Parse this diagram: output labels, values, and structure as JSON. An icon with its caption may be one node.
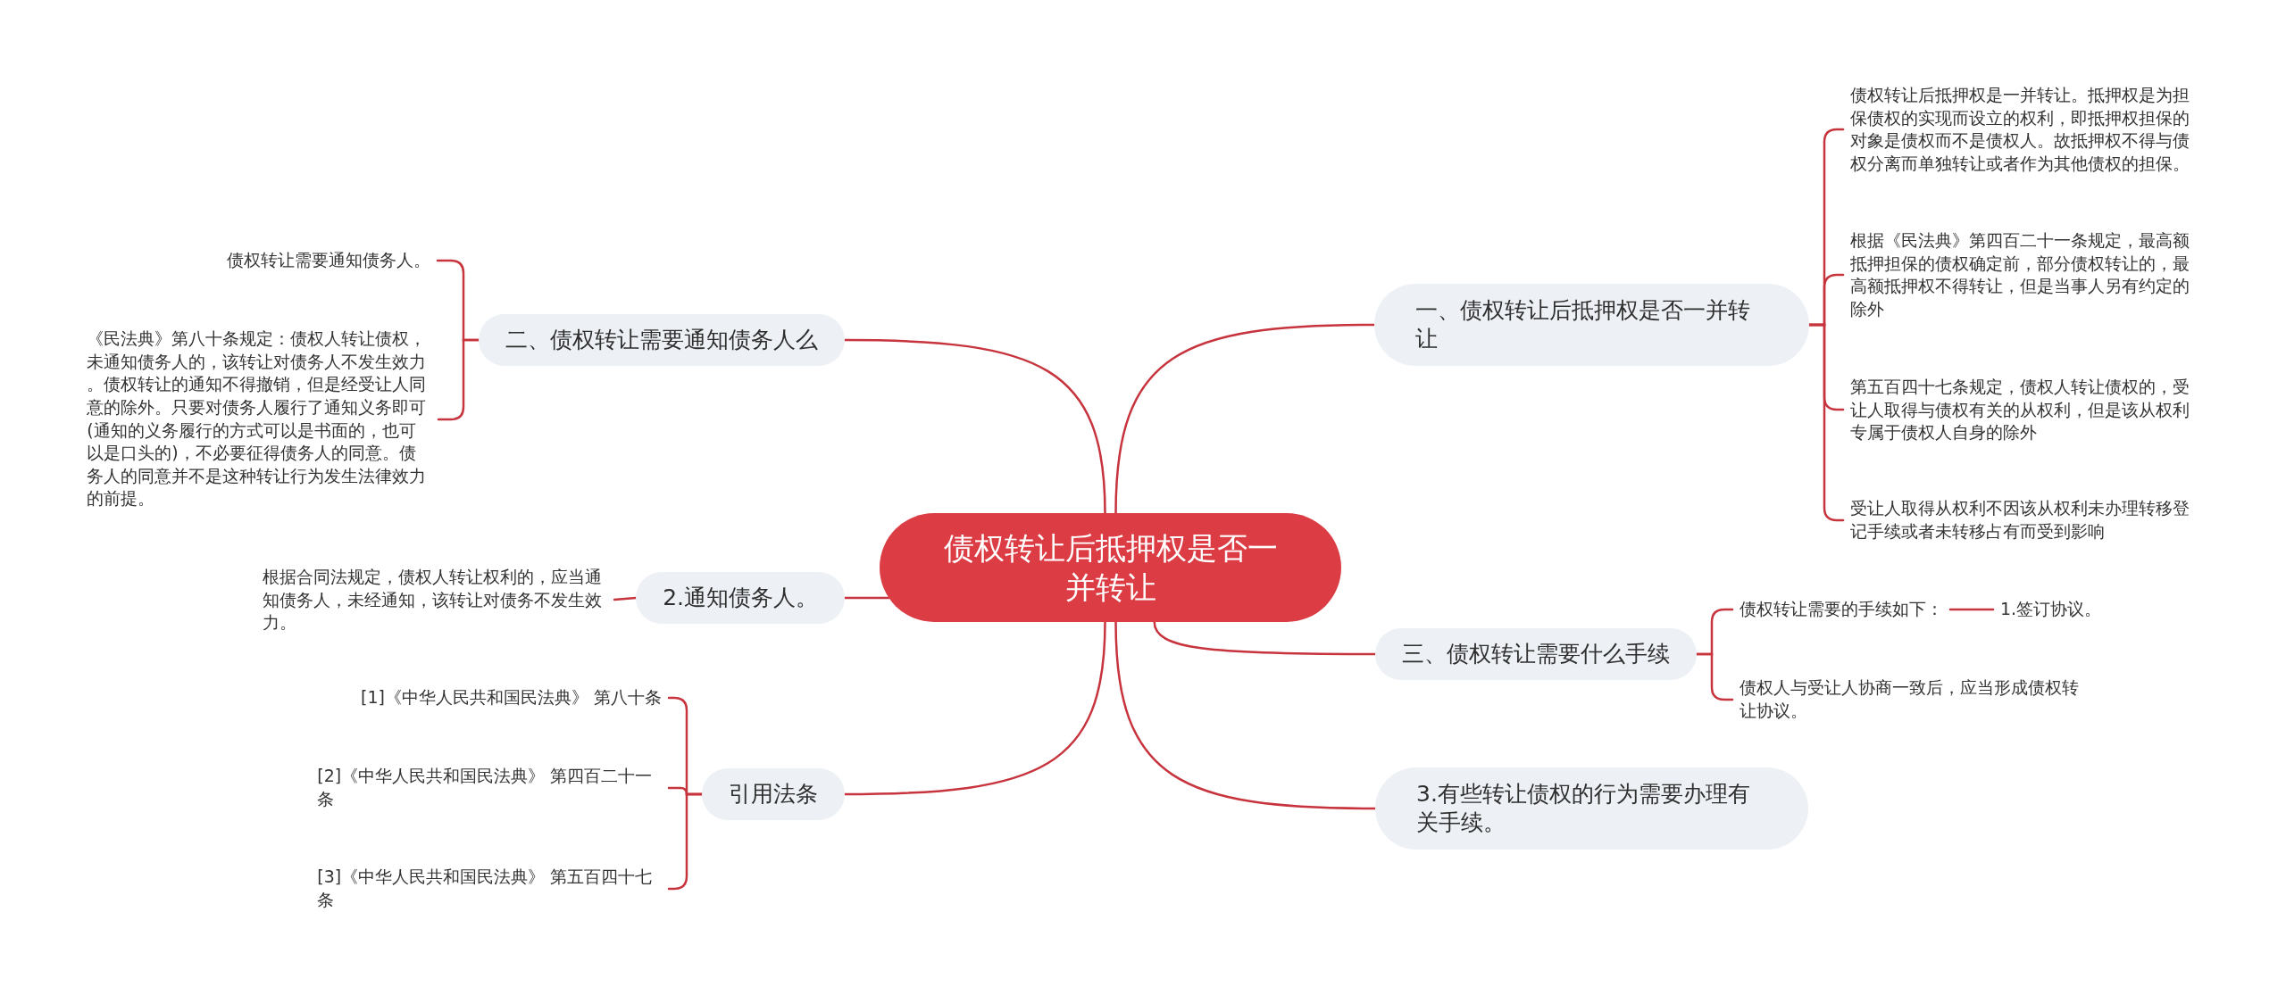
{
  "diagram": {
    "nodes": [
      {
        "text": [
          "债权转让后抵押权是否一并转让"
        ]
      },
      {
        "text": [
          "一、债权转让后抵押权是否一并转让"
        ]
      },
      {
        "text": [
          "债权转让后抵押权是一并转让。抵押权是为担保债权的实现而设立的权利，即抵押权担保的对象是债权而不是债权人。故抵押权不得与债权分离而单独转让或者作为其他债权的担保。"
        ]
      },
      {
        "text": [
          "根据《民法典》第四百二十一条规定，最高额抵押担保的债权确定前，部分债权转让的，最高额抵押权不得转让，但是当事人另有约定的除外"
        ]
      },
      {
        "text": [
          "第五百四十七条规定，债权人转让债权的，受让人取得与债权有关的从权利，但是该从权利专属于债权人自身的除外"
        ]
      },
      {
        "text": [
          "受让人取得从权利不因该从权利未办理转移登记手续或者未转移占有而受到影响"
        ]
      },
      {
        "text": [
          "三、债权转让需要什么手续"
        ]
      },
      {
        "text": [
          "债权转让需要的手续如下："
        ]
      },
      {
        "text": [
          "1.签订协议。"
        ]
      },
      {
        "text": [
          "债权人与受让人协商一致后，应当形成债权转让协议。"
        ]
      },
      {
        "text": [
          "3.有些转让债权的行为需要办理有关手续。"
        ]
      },
      {
        "text": [
          "二、债权转让需要通知债务人么"
        ]
      },
      {
        "text": [
          "债权转让需要通知债务人。"
        ]
      },
      {
        "text": [
          "《民法典》第八十条规定：债权人转让债权，未通知债务人的，该转让对债务人不发生效力。债权转让的通知不得撤销，但是经受让人同意的除外。只要对债务人履行了通知义务即可(通知的义务履行的方式可以是书面的，也可以是口头的)，不必要征得债务人的同意。债务人的同意并不是这种转让行为发生法律效力的前提。"
        ]
      },
      {
        "text": [
          "2.通知债务人。"
        ]
      },
      {
        "text": [
          "根据合同法规定，债权人转让权利的，应当通知债务人，未经通知，该转让对债务不发生效力。"
        ]
      },
      {
        "text": [
          "引用法条"
        ]
      },
      {
        "text": [
          "[1]《中华人民共和国民法典》 第八十条"
        ]
      },
      {
        "text": [
          "[2]《中华人民共和国民法典》 第四百二十一条"
        ]
      },
      {
        "text": [
          "[3]《中华人民共和国民法典》 第五百四十七条"
        ]
      }
    ],
    "edges": [
      {
        "from": 0,
        "to": 1,
        "arrow": "none"
      },
      {
        "from": 1,
        "to": 2,
        "arrow": "none"
      },
      {
        "from": 1,
        "to": 3,
        "arrow": "none"
      },
      {
        "from": 1,
        "to": 4,
        "arrow": "none"
      },
      {
        "from": 1,
        "to": 5,
        "arrow": "none"
      },
      {
        "from": 0,
        "to": 6,
        "arrow": "none"
      },
      {
        "from": 6,
        "to": 7,
        "arrow": "none"
      },
      {
        "from": 7,
        "to": 8,
        "arrow": "none"
      },
      {
        "from": 6,
        "to": 9,
        "arrow": "none"
      },
      {
        "from": 0,
        "to": 10,
        "arrow": "none"
      },
      {
        "from": 0,
        "to": 11,
        "arrow": "none"
      },
      {
        "from": 11,
        "to": 12,
        "arrow": "none"
      },
      {
        "from": 11,
        "to": 13,
        "arrow": "none"
      },
      {
        "from": 0,
        "to": 14,
        "arrow": "none"
      },
      {
        "from": 14,
        "to": 15,
        "arrow": "none"
      },
      {
        "from": 0,
        "to": 16,
        "arrow": "none"
      },
      {
        "from": 16,
        "to": 17,
        "arrow": "none"
      },
      {
        "from": 16,
        "to": 18,
        "arrow": "none"
      },
      {
        "from": 16,
        "to": 19,
        "arrow": "none"
      }
    ]
  }
}
